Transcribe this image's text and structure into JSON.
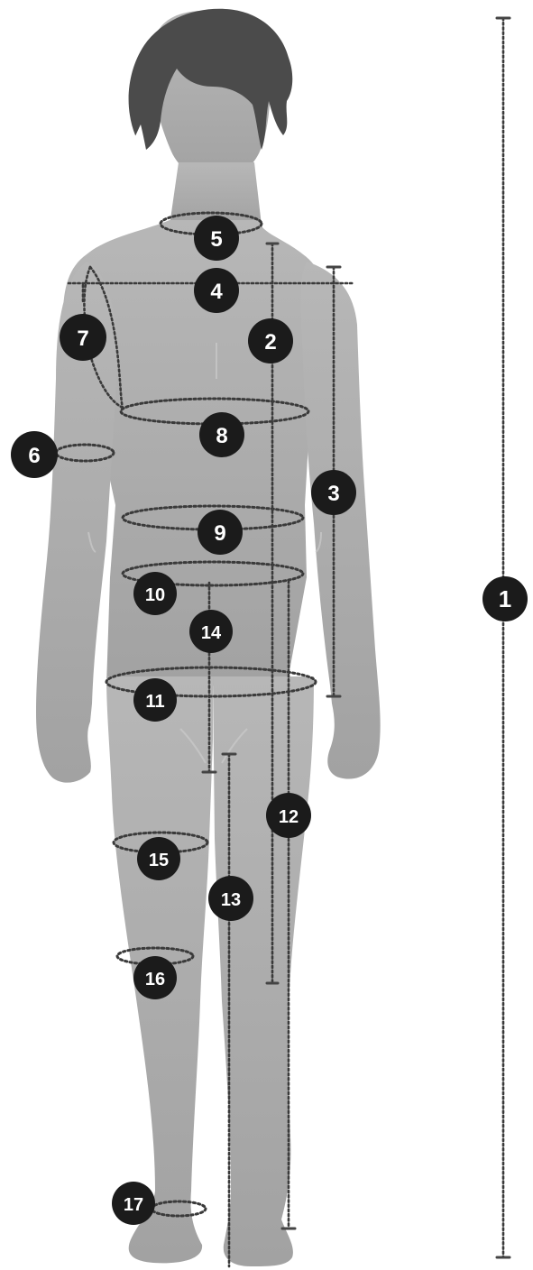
{
  "figure": {
    "body_fill": "#a9a9a9",
    "body_shade": "#9c9c9c",
    "hair_color": "#4a4a4a",
    "marker_color": "#1b1b1b",
    "line_color": "#3a3a3a",
    "markers": [
      {
        "id": "m1",
        "label": "1"
      },
      {
        "id": "m2",
        "label": "2"
      },
      {
        "id": "m3",
        "label": "3"
      },
      {
        "id": "m4",
        "label": "4"
      },
      {
        "id": "m5",
        "label": "5"
      },
      {
        "id": "m6",
        "label": "6"
      },
      {
        "id": "m7",
        "label": "7"
      },
      {
        "id": "m8",
        "label": "8"
      },
      {
        "id": "m9",
        "label": "9"
      },
      {
        "id": "m10",
        "label": "10"
      },
      {
        "id": "m11",
        "label": "11"
      },
      {
        "id": "m12",
        "label": "12"
      },
      {
        "id": "m13",
        "label": "13"
      },
      {
        "id": "m14",
        "label": "14"
      },
      {
        "id": "m15",
        "label": "15"
      },
      {
        "id": "m16",
        "label": "16"
      },
      {
        "id": "m17",
        "label": "17"
      }
    ]
  }
}
